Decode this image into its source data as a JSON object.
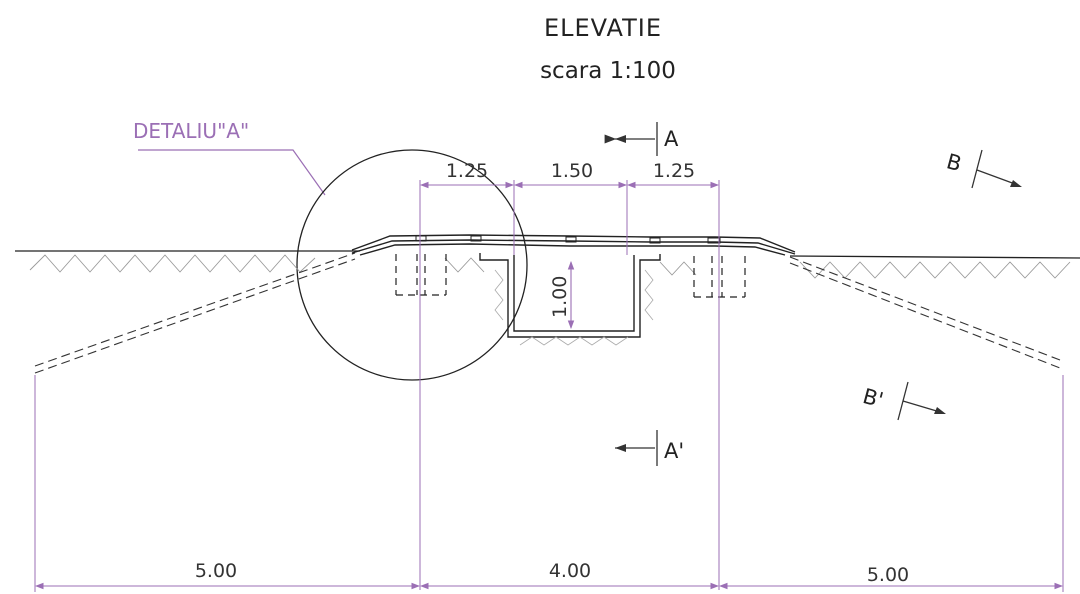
{
  "title": "ELEVATIE",
  "subtitle": "scara 1:100",
  "detail_label": "DETALIU\"A\"",
  "sections": {
    "a_top": "A",
    "a_bottom": "A'",
    "b_top": "B",
    "b_bottom": "B'"
  },
  "dimensions": {
    "top": [
      "1.25",
      "1.50",
      "1.25"
    ],
    "depth": "1.00",
    "bottom": [
      "5.00",
      "4.00",
      "5.00"
    ]
  },
  "colors": {
    "line": "#222222",
    "dimension": "#9b6fb5",
    "leader": "#9b6fb5"
  }
}
